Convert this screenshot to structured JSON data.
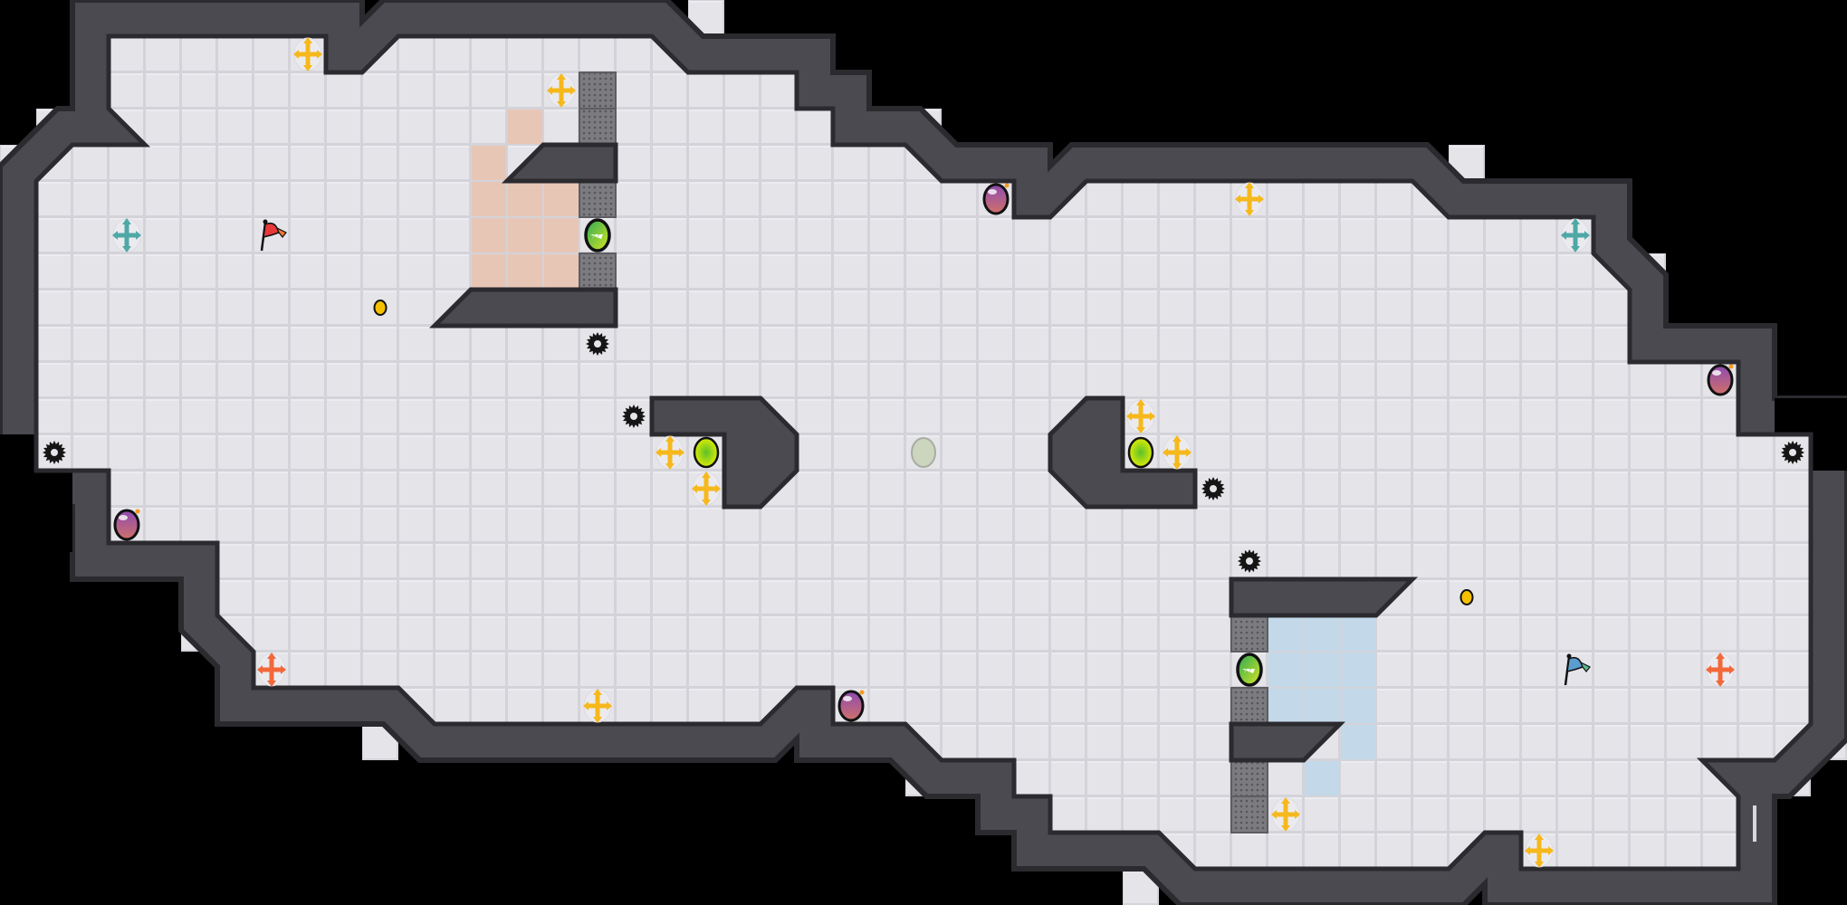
{
  "game": {
    "view": "level-map",
    "grid": {
      "cols": 51,
      "rows": 25
    }
  },
  "palette": {
    "background": "#000000",
    "floor": "#e4e4e9",
    "floor_line": "#d2d2d8",
    "wall": "#4a4a50",
    "wall_edge": "#2a2a2f",
    "peach_zone": "#e8c6b6",
    "blue_zone": "#c3d9ea",
    "grate": "#77777b",
    "cross_yellow": "#f6b81c",
    "cross_orange": "#f2683a",
    "cross_teal": "#4fa8a6",
    "bomb": "#a04f9a",
    "coin": "#f5c000",
    "flag_red": "#e8383a",
    "flag_blue": "#5a9ed0"
  },
  "icons": {
    "cross": "four-way-arrow-icon",
    "bomb": "bomb-icon",
    "gear": "spike-gear-icon",
    "coin": "coin-icon",
    "ball": "green-ball-icon",
    "ghost": "ghost-ball-icon",
    "button": "switch-button-icon",
    "flag": "flag-icon",
    "grate": "grate-tile-icon"
  },
  "board": {
    "peach_cells": [
      [
        14,
        3
      ],
      [
        13,
        4
      ],
      [
        13,
        5
      ],
      [
        13,
        6
      ],
      [
        13,
        7
      ],
      [
        14,
        5
      ],
      [
        14,
        6
      ],
      [
        14,
        7
      ],
      [
        15,
        5
      ],
      [
        15,
        6
      ],
      [
        15,
        7
      ]
    ],
    "blue_cells": [
      [
        35,
        17
      ],
      [
        36,
        17
      ],
      [
        37,
        17
      ],
      [
        35,
        18
      ],
      [
        36,
        18
      ],
      [
        37,
        18
      ],
      [
        35,
        19
      ],
      [
        36,
        19
      ],
      [
        37,
        19
      ],
      [
        37,
        20
      ],
      [
        36,
        21
      ]
    ],
    "grates": [
      [
        16,
        2
      ],
      [
        16,
        3
      ],
      [
        16,
        5
      ],
      [
        16,
        7
      ],
      [
        34,
        17
      ],
      [
        34,
        19
      ],
      [
        34,
        21
      ],
      [
        34,
        22
      ]
    ],
    "items": [
      {
        "type": "cross",
        "color": "yellow",
        "col": 8,
        "row": 1
      },
      {
        "type": "cross",
        "color": "yellow",
        "col": 15,
        "row": 2
      },
      {
        "type": "cross",
        "color": "teal",
        "col": 3,
        "row": 6
      },
      {
        "type": "flag",
        "color": "red",
        "col": 7,
        "row": 6
      },
      {
        "type": "button",
        "col": 16,
        "row": 6
      },
      {
        "type": "coin",
        "col": 10,
        "row": 8
      },
      {
        "type": "gear",
        "col": 16,
        "row": 9
      },
      {
        "type": "bomb",
        "col": 27,
        "row": 5
      },
      {
        "type": "cross",
        "color": "yellow",
        "col": 34,
        "row": 5
      },
      {
        "type": "cross",
        "color": "teal",
        "col": 43,
        "row": 6
      },
      {
        "type": "bomb",
        "col": 47,
        "row": 10
      },
      {
        "type": "gear",
        "col": 49,
        "row": 12
      },
      {
        "type": "gear",
        "col": 1,
        "row": 12
      },
      {
        "type": "gear",
        "col": 17,
        "row": 11
      },
      {
        "type": "cross",
        "color": "yellow",
        "col": 18,
        "row": 12
      },
      {
        "type": "ball",
        "col": 19,
        "row": 12
      },
      {
        "type": "cross",
        "color": "yellow",
        "col": 19,
        "row": 13
      },
      {
        "type": "ghost",
        "col": 25,
        "row": 12
      },
      {
        "type": "cross",
        "color": "yellow",
        "col": 31,
        "row": 11
      },
      {
        "type": "ball",
        "col": 31,
        "row": 12
      },
      {
        "type": "cross",
        "color": "yellow",
        "col": 32,
        "row": 12
      },
      {
        "type": "gear",
        "col": 33,
        "row": 13
      },
      {
        "type": "gear",
        "col": 34,
        "row": 15
      },
      {
        "type": "bomb",
        "col": 3,
        "row": 14
      },
      {
        "type": "cross",
        "color": "orange",
        "col": 7,
        "row": 18
      },
      {
        "type": "cross",
        "color": "yellow",
        "col": 16,
        "row": 19
      },
      {
        "type": "bomb",
        "col": 23,
        "row": 19
      },
      {
        "type": "coin",
        "col": 40,
        "row": 16
      },
      {
        "type": "button",
        "col": 34,
        "row": 18
      },
      {
        "type": "flag",
        "color": "blue",
        "col": 43,
        "row": 18
      },
      {
        "type": "cross",
        "color": "orange",
        "col": 47,
        "row": 18
      },
      {
        "type": "cross",
        "color": "yellow",
        "col": 35,
        "row": 22
      },
      {
        "type": "cross",
        "color": "yellow",
        "col": 42,
        "row": 23
      }
    ]
  }
}
